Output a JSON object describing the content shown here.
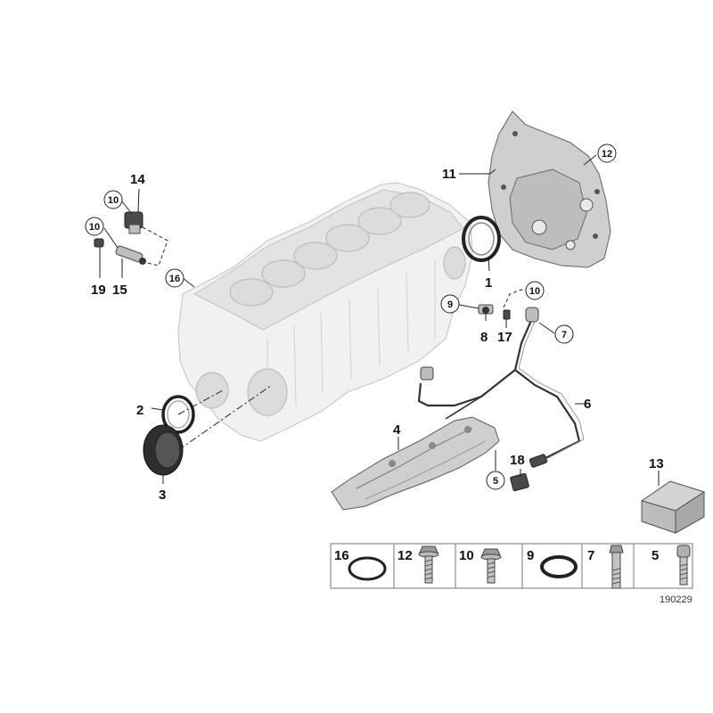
{
  "callouts": {
    "c1": "1",
    "c2": "2",
    "c3": "3",
    "c4": "4",
    "c5": "5",
    "c6": "6",
    "c7": "7",
    "c8": "8",
    "c9": "9",
    "c10a": "10",
    "c10b": "10",
    "c10c": "10",
    "c11": "11",
    "c12": "12",
    "c13": "13",
    "c14": "14",
    "c15": "15",
    "c16": "16",
    "c17": "17",
    "c18": "18",
    "c19": "19"
  },
  "legend": {
    "cells": [
      {
        "number": "16",
        "icon": "o-ring"
      },
      {
        "number": "12",
        "icon": "flange-bolt"
      },
      {
        "number": "10",
        "icon": "flange-bolt"
      },
      {
        "number": "9",
        "icon": "o-ring"
      },
      {
        "number": "7",
        "icon": "hex-bolt"
      },
      {
        "number": "5",
        "icon": "socket-head-screw"
      }
    ]
  },
  "reference_number": "190229"
}
